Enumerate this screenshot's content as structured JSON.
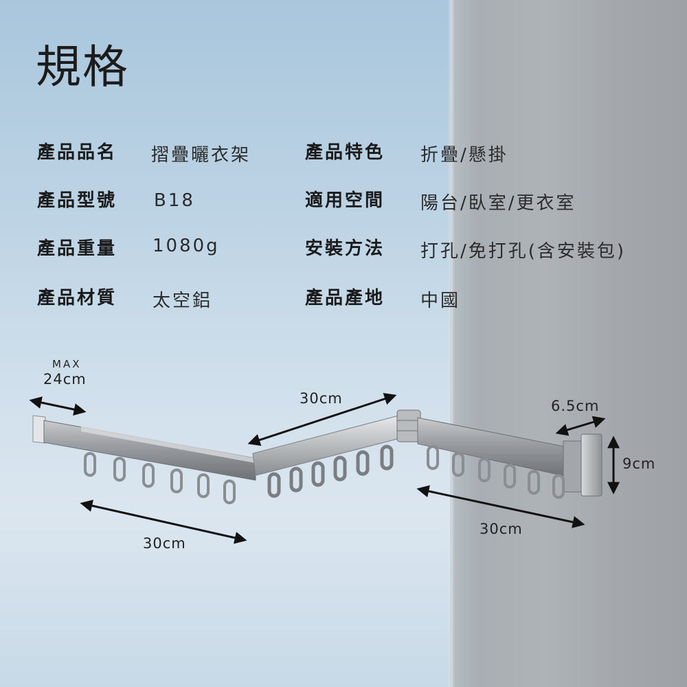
{
  "title": "規格",
  "specs": [
    {
      "label": "產品品名",
      "value": "摺疊曬衣架"
    },
    {
      "label": "產品型號",
      "value": "B18"
    },
    {
      "label": "產品重量",
      "value": "1080g"
    },
    {
      "label": "產品材質",
      "value": "太空鋁"
    },
    {
      "label": "產品特色",
      "value": "折疊/懸掛"
    },
    {
      "label": "適用空間",
      "value": "陽台/臥室/更衣室"
    },
    {
      "label": "安裝方法",
      "value": "打孔/免打孔(含安裝包)"
    },
    {
      "label": "產品產地",
      "value": "中國"
    }
  ],
  "dimensions": {
    "max_label": "MAX",
    "max_value": "24cm",
    "top_middle": "30cm",
    "bracket_width": "6.5cm",
    "bracket_height": "9cm",
    "bottom_left": "30cm",
    "bottom_right": "30cm"
  },
  "colors": {
    "arrow": "#111111",
    "rack_metal": "#9a9da1",
    "rack_dark": "#6f7276"
  }
}
